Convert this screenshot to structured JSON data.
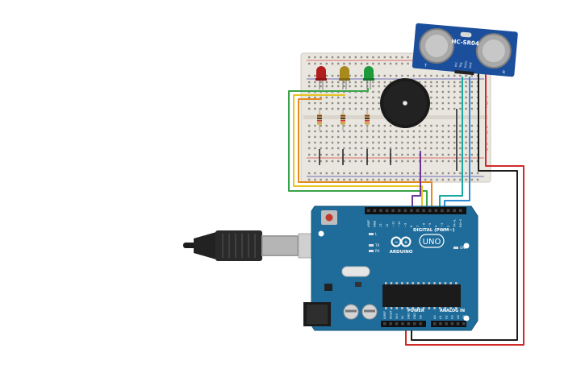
{
  "sensor": {
    "model": "HC-SR04",
    "pin_labels": [
      "Vcc",
      "Trig",
      "Echo",
      "Gnd"
    ],
    "t_label": "T",
    "r_label": "R"
  },
  "breadboard": {
    "row_letters_top": [
      "j",
      "i",
      "h",
      "g",
      "f"
    ],
    "row_letters_bottom": [
      "e",
      "d",
      "c",
      "b",
      "a"
    ]
  },
  "arduino": {
    "brand": "ARDUINO",
    "model": "UNO",
    "digital_label": "DIGITAL (PWM~)",
    "power_label": "POWER",
    "analog_label": "ANALOG IN",
    "digital_pins": [
      "AREF",
      "GND",
      "13",
      "12",
      "~11",
      "~10",
      "~9",
      "8",
      "7",
      "~6",
      "~5",
      "4",
      "~3",
      "2",
      "TX→1",
      "RX←0"
    ],
    "power_pins": [
      "IOREF",
      "RESET",
      "3V3",
      "5V",
      "GND",
      "GND",
      "Vin"
    ],
    "analog_pins": [
      "A0",
      "A1",
      "A2",
      "A3",
      "A4",
      "A5"
    ],
    "led_labels": [
      "L",
      "TX",
      "RX",
      "ON"
    ]
  },
  "colors": {
    "board_blue": "#1f6c9a",
    "breadboard": "#e7e4dd",
    "wire_green": "#3aa44a",
    "wire_yellow": "#e6c421",
    "wire_orange": "#e58a1f",
    "wire_purple": "#6c3596",
    "wire_teal": "#19a7a1",
    "wire_blue": "#2f8ed6",
    "wire_red": "#d02a2a",
    "wire_black": "#1c1c1c"
  }
}
